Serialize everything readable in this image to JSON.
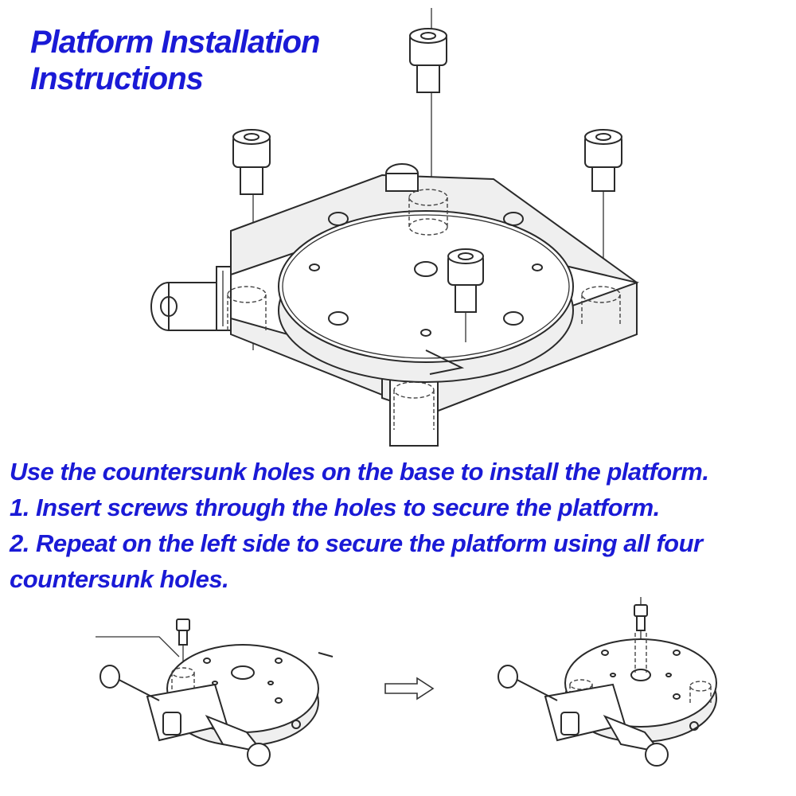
{
  "title": {
    "line1": "Platform Installation",
    "line2": "Instructions"
  },
  "instructions": {
    "line1": "Use the countersunk holes on the base to install the platform.",
    "line2": "1. Insert screws through the holes to secure the platform.",
    "line3": "2. Repeat on the left side to secure the platform using all four",
    "line4": "countersunk holes."
  },
  "colors": {
    "text_accent": "#1a1ad6",
    "line_art": "#2a2a2a"
  },
  "icons": {
    "arrow": "right-outline-arrow"
  }
}
